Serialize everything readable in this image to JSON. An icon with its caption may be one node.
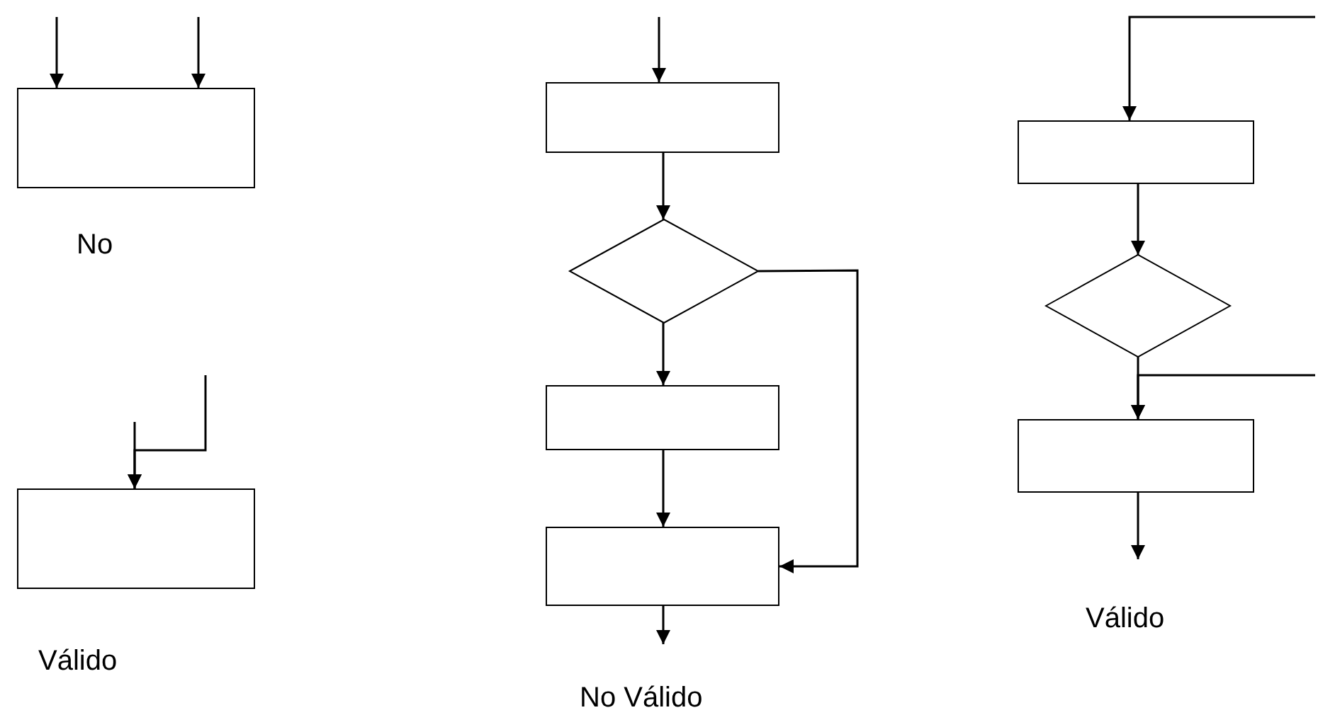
{
  "diagram": {
    "nodes": [
      {
        "text": [],
        "shape": "box"
      },
      {
        "text": [],
        "shape": "box"
      },
      {
        "text": [],
        "shape": "box"
      },
      {
        "text": [],
        "shape": "diamond"
      },
      {
        "text": [],
        "shape": "box"
      },
      {
        "text": [],
        "shape": "box"
      },
      {
        "text": [],
        "shape": "box"
      },
      {
        "text": [],
        "shape": "diamond"
      },
      {
        "text": [],
        "shape": "box"
      }
    ],
    "edges": [
      {
        "from": null,
        "to": 0,
        "arrow": "to"
      },
      {
        "from": null,
        "to": 0,
        "arrow": "to"
      },
      {
        "from": null,
        "to": 1,
        "arrow": "to"
      },
      {
        "from": null,
        "to": 1,
        "arrow": "to"
      },
      {
        "from": null,
        "to": 2,
        "arrow": "to"
      },
      {
        "from": 2,
        "to": 3,
        "arrow": "to"
      },
      {
        "from": 3,
        "to": 4,
        "arrow": "to"
      },
      {
        "from": 3,
        "to": 5,
        "arrow": "to"
      },
      {
        "from": 4,
        "to": 5,
        "arrow": "to"
      },
      {
        "from": 5,
        "to": null,
        "arrow": "to"
      },
      {
        "from": null,
        "to": 6,
        "arrow": "to"
      },
      {
        "from": 6,
        "to": 7,
        "arrow": "to"
      },
      {
        "from": 7,
        "to": 8,
        "arrow": "to"
      },
      {
        "from": null,
        "to": 8,
        "arrow": "to"
      },
      {
        "from": 8,
        "to": null,
        "arrow": "to"
      }
    ],
    "labels": [
      "No",
      "Válido",
      "Válido",
      "No Válido"
    ]
  }
}
